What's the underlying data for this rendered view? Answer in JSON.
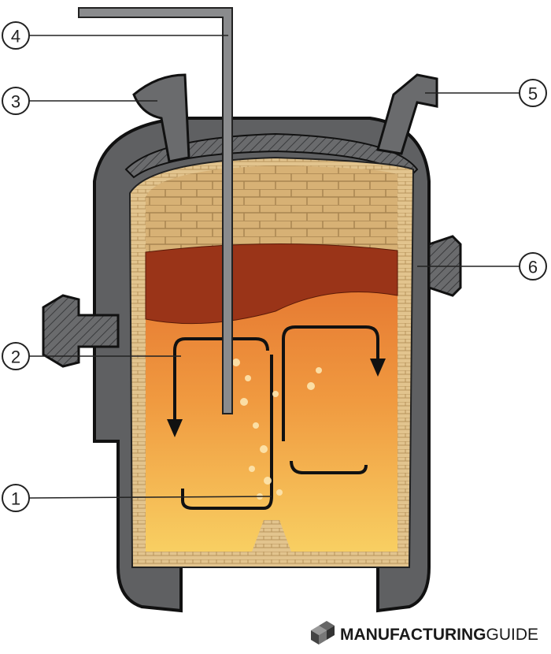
{
  "diagram": {
    "callouts": [
      {
        "label": "1"
      },
      {
        "label": "2"
      },
      {
        "label": "3"
      },
      {
        "label": "4"
      },
      {
        "label": "5"
      },
      {
        "label": "6"
      }
    ],
    "colors": {
      "shell": "#5f6062",
      "shell_dark": "#3d3e40",
      "brick": "#d9b57a",
      "melt_top": "#e0682a",
      "melt_bottom": "#f6c75a",
      "slag": "#8a2c14",
      "lance": "#8a8b8d"
    }
  },
  "logo": {
    "text_bold": "MANUFACTURING",
    "text_light": "GUIDE"
  }
}
